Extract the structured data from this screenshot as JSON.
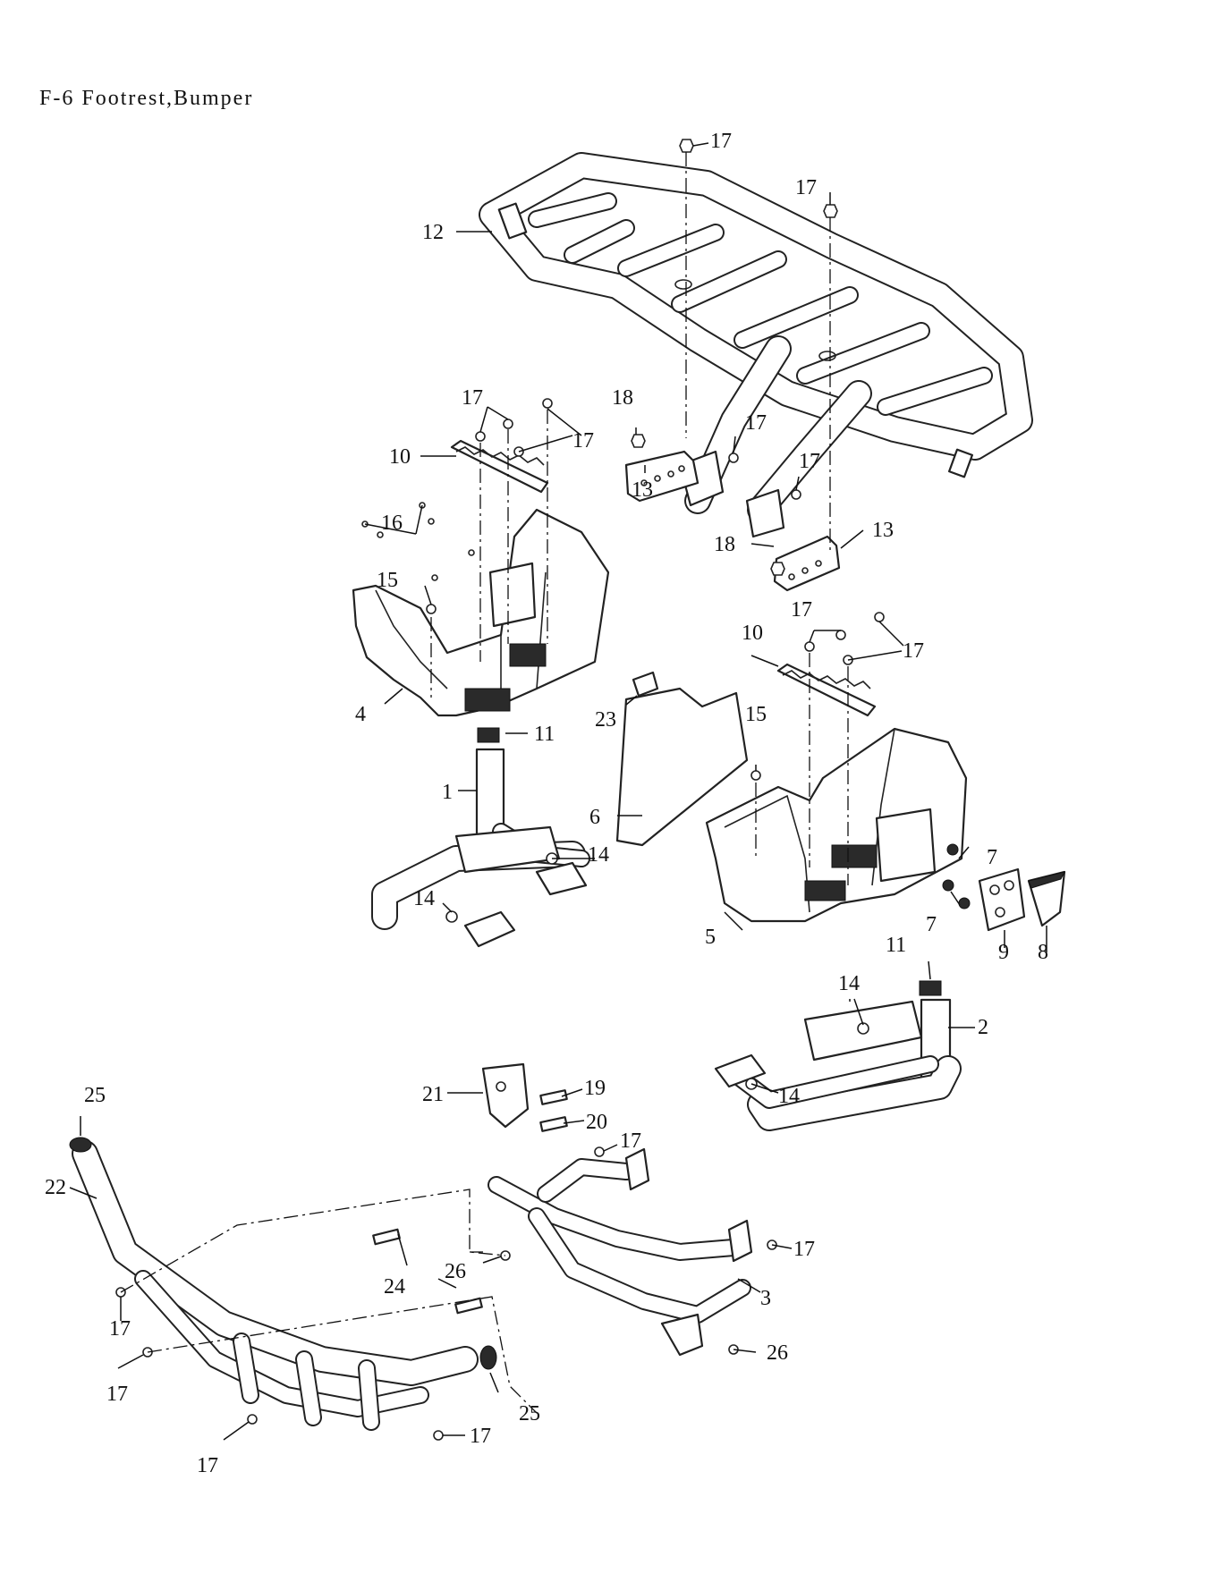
{
  "title": "F-6 Footrest,Bumper",
  "callouts": [
    {
      "id": "c17a",
      "text": "17"
    },
    {
      "id": "c17b",
      "text": "17"
    },
    {
      "id": "c12",
      "text": "12"
    },
    {
      "id": "c17c",
      "text": "17"
    },
    {
      "id": "c17d",
      "text": "17"
    },
    {
      "id": "c18a",
      "text": "18"
    },
    {
      "id": "c17e",
      "text": "17"
    },
    {
      "id": "c10a",
      "text": "10"
    },
    {
      "id": "c17f",
      "text": "17"
    },
    {
      "id": "c13a",
      "text": "13"
    },
    {
      "id": "c16",
      "text": "16"
    },
    {
      "id": "c18b",
      "text": "18"
    },
    {
      "id": "c13b",
      "text": "13"
    },
    {
      "id": "c15a",
      "text": "15"
    },
    {
      "id": "c17g",
      "text": "17"
    },
    {
      "id": "c10b",
      "text": "10"
    },
    {
      "id": "c17h",
      "text": "17"
    },
    {
      "id": "c4",
      "text": "4"
    },
    {
      "id": "c23",
      "text": "23"
    },
    {
      "id": "c15b",
      "text": "15"
    },
    {
      "id": "c11a",
      "text": "11"
    },
    {
      "id": "c1",
      "text": "1"
    },
    {
      "id": "c6",
      "text": "6"
    },
    {
      "id": "c14a",
      "text": "14"
    },
    {
      "id": "c7a",
      "text": "7"
    },
    {
      "id": "c14b",
      "text": "14"
    },
    {
      "id": "c7b",
      "text": "7"
    },
    {
      "id": "c5",
      "text": "5"
    },
    {
      "id": "c9",
      "text": "9"
    },
    {
      "id": "c8",
      "text": "8"
    },
    {
      "id": "c11b",
      "text": "11"
    },
    {
      "id": "c14c",
      "text": "14"
    },
    {
      "id": "c2",
      "text": "2"
    },
    {
      "id": "c14d",
      "text": "14"
    },
    {
      "id": "c19",
      "text": "19"
    },
    {
      "id": "c21",
      "text": "21"
    },
    {
      "id": "c25a",
      "text": "25"
    },
    {
      "id": "c20",
      "text": "20"
    },
    {
      "id": "c17i",
      "text": "17"
    },
    {
      "id": "c22",
      "text": "22"
    },
    {
      "id": "c17j",
      "text": "17"
    },
    {
      "id": "c26a",
      "text": "26"
    },
    {
      "id": "c24",
      "text": "24"
    },
    {
      "id": "c3",
      "text": "3"
    },
    {
      "id": "c17k",
      "text": "17"
    },
    {
      "id": "c26b",
      "text": "26"
    },
    {
      "id": "c17l",
      "text": "17"
    },
    {
      "id": "c25b",
      "text": "25"
    },
    {
      "id": "c17m",
      "text": "17"
    },
    {
      "id": "c17n",
      "text": "17"
    }
  ]
}
